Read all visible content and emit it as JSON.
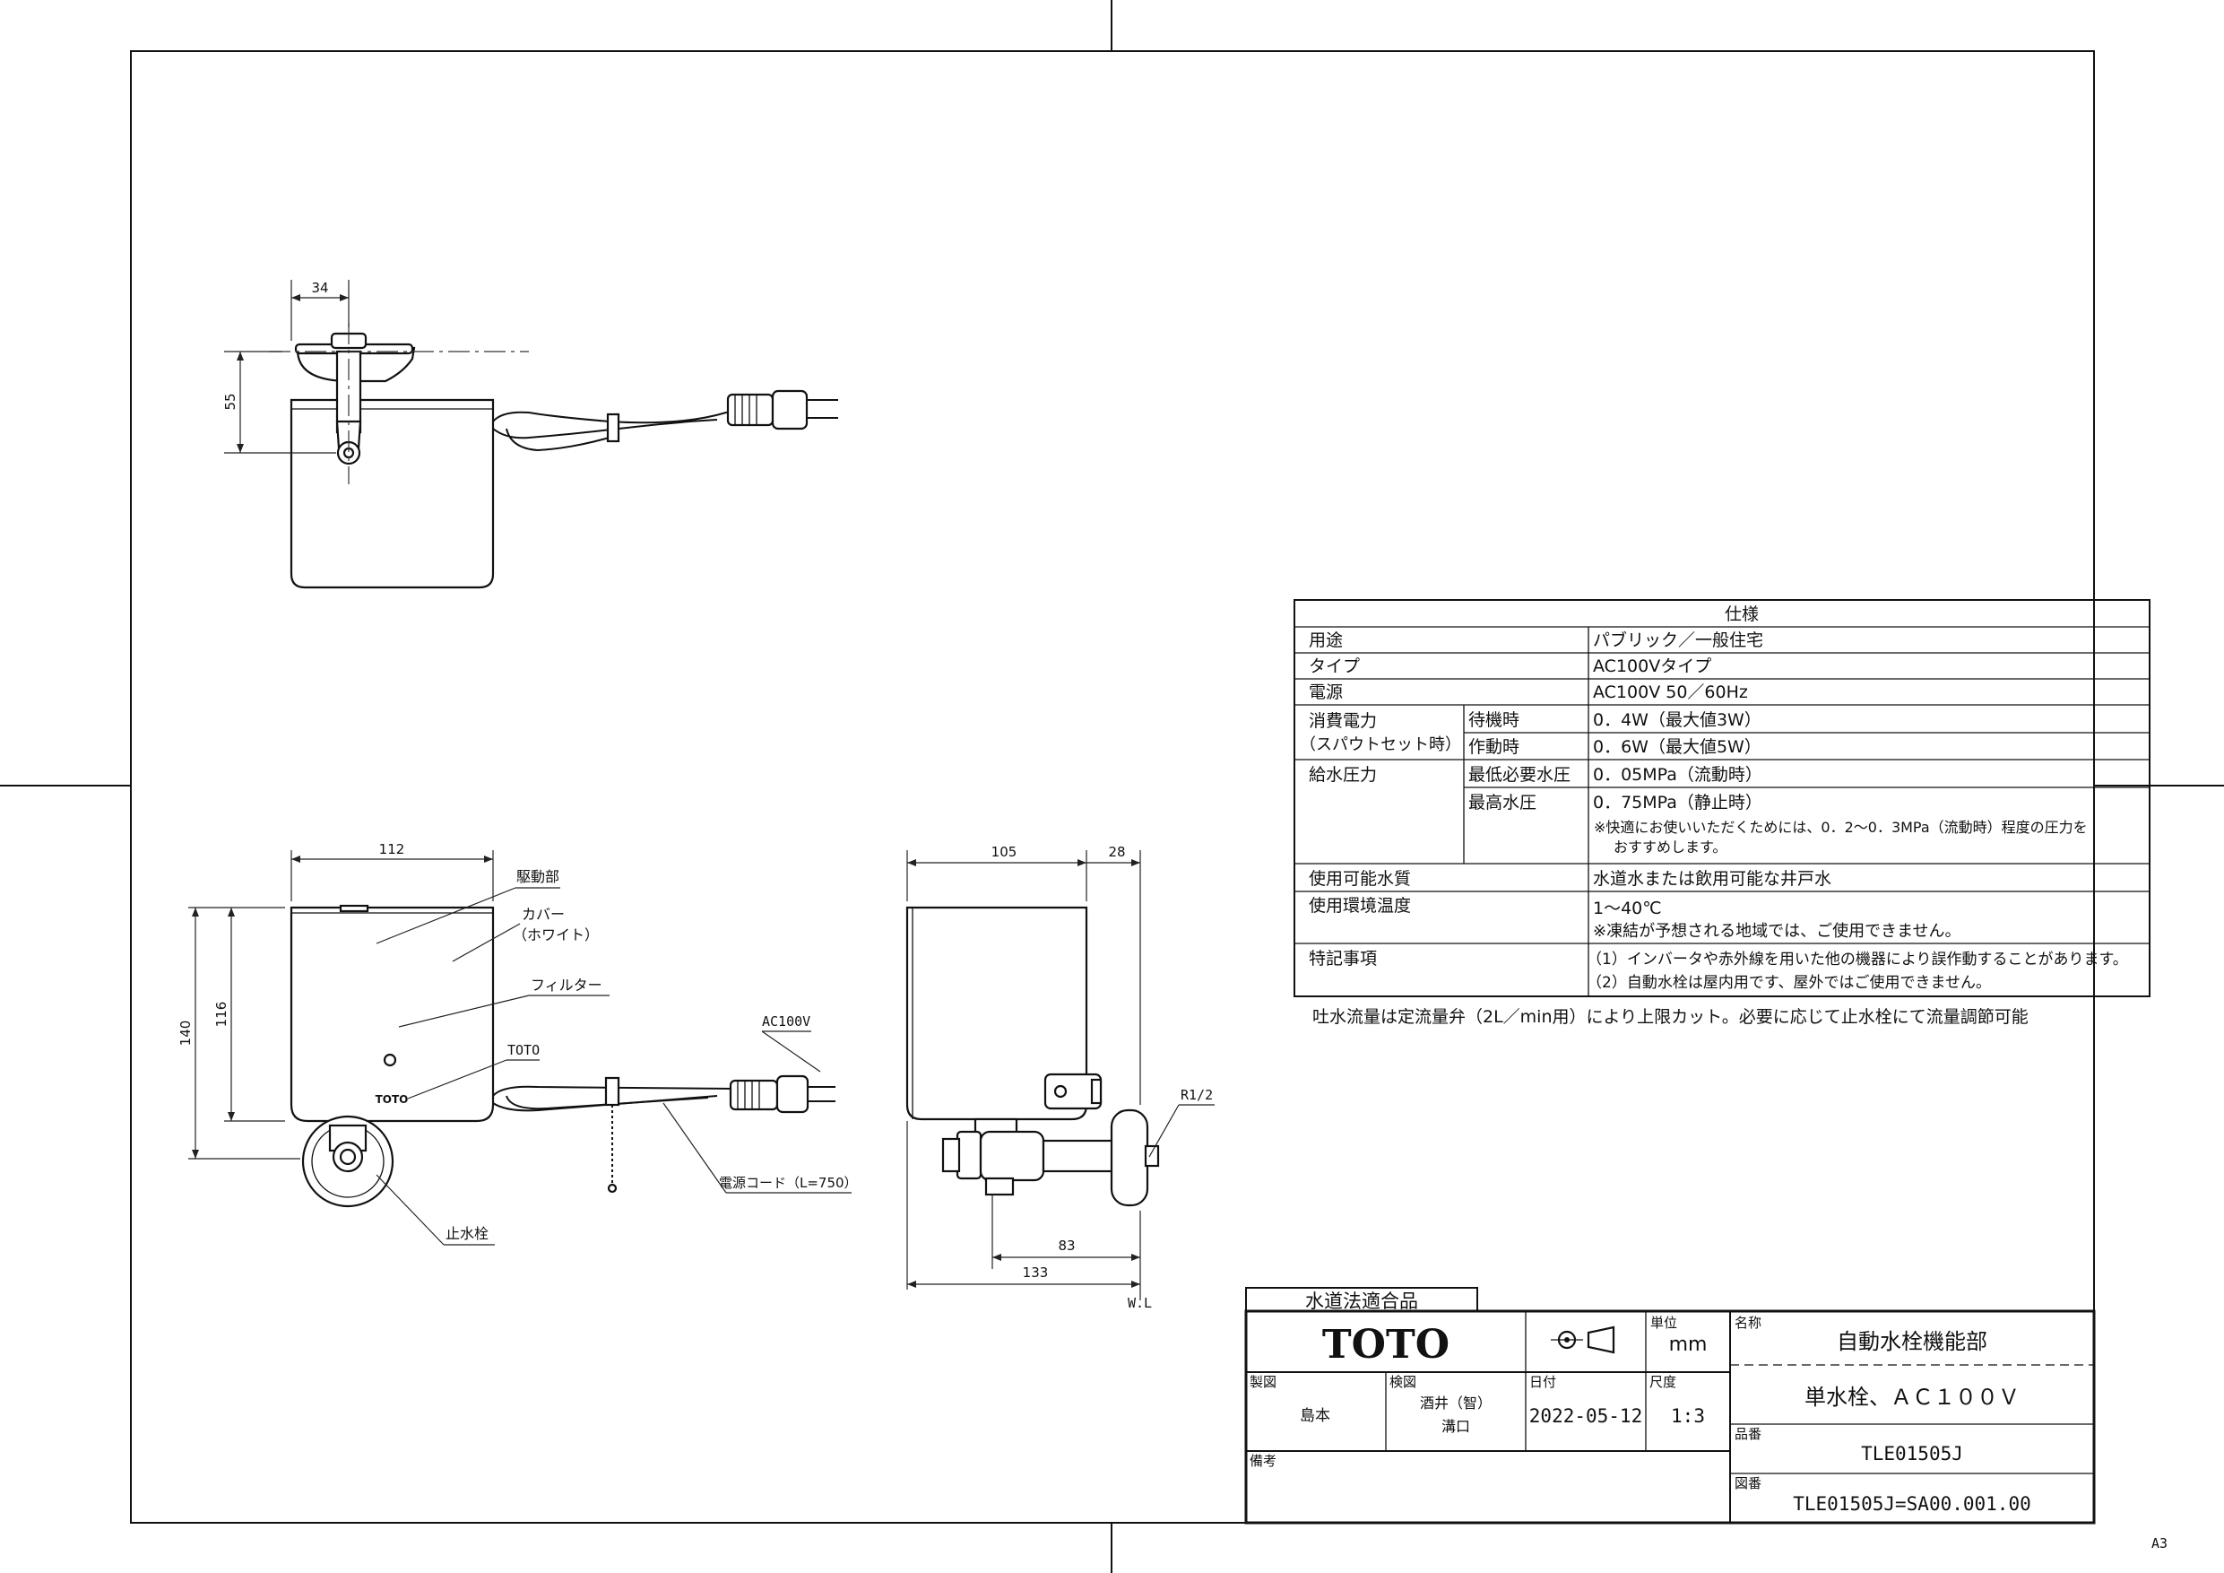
{
  "drawing": {
    "dimensions": {
      "top_width": "34",
      "top_height": "55",
      "front_width": "112",
      "front_height_total": "140",
      "front_height_body": "116",
      "side_width": "105",
      "side_extra": "28",
      "side_83": "83",
      "side_133": "133"
    },
    "callouts": {
      "drive_unit": "駆動部",
      "cover_line1": "カバー",
      "cover_line2": "（ホワイト）",
      "filter": "フィルター",
      "toto": "TOTO",
      "ac100v": "AC100V",
      "power_cord": "電源コード（L=750）",
      "stop_valve": "止水栓",
      "r12": "R1/2",
      "wl": "W.L",
      "logo_small": "TOTO"
    }
  },
  "spec_table": {
    "title": "仕様",
    "rows": {
      "usage_label": "用途",
      "usage_value": "パブリック／一般住宅",
      "type_label": "タイプ",
      "type_value": "AC100Vタイプ",
      "power_label": "電源",
      "power_value": "AC100V 50／60Hz",
      "consumption_label_1": "消費電力",
      "consumption_label_2": "（スパウトセット時）",
      "standby_label": "待機時",
      "standby_value": "0．4W（最大値3W）",
      "operating_label": "作動時",
      "operating_value": "0．6W（最大値5W）",
      "pressure_label": "給水圧力",
      "min_pressure_label": "最低必要水圧",
      "min_pressure_value": "0．05MPa（流動時）",
      "max_pressure_label": "最高水圧",
      "max_pressure_value": "0．75MPa（静止時）",
      "pressure_note_1": "※快適にお使いいただくためには、0．2～0．3MPa（流動時）程度の圧力を",
      "pressure_note_2": "おすすめします。",
      "water_label": "使用可能水質",
      "water_value": "水道水または飲用可能な井戸水",
      "temp_label": "使用環境温度",
      "temp_value": "1～40℃",
      "temp_note": "※凍結が予想される地域では、ご使用できません。",
      "notes_label": "特記事項",
      "notes_value_1": "（1）インバータや赤外線を用いた他の機器により誤作動することがあります。",
      "notes_value_2": "（2）自動水栓は屋内用です、屋外ではご使用できません。"
    },
    "footnote": "吐水流量は定流量弁（2L／min用）により上限カット。必要に応じて止水栓にて流量調節可能"
  },
  "title_block": {
    "compliance": "水道法適合品",
    "brand": "TOTO",
    "unit_label": "単位",
    "unit_value": "mm",
    "name_label": "名称",
    "name_value": "自動水栓機能部",
    "subtitle": "単水栓、ＡＣ１００Ｖ",
    "drawn_label": "製図",
    "drawn_value": "島本",
    "checked_label": "検図",
    "checked_value_1": "酒井（智）",
    "checked_value_2": "溝口",
    "date_label": "日付",
    "date_value": "2022-05-12",
    "scale_label": "尺度",
    "scale_value": "1:3",
    "part_label": "品番",
    "part_value": "TLE01505J",
    "remarks_label": "備考",
    "drawing_no_label": "図番",
    "drawing_no_value": "TLE01505J=SA00.001.00",
    "sheet_size": "A3"
  }
}
